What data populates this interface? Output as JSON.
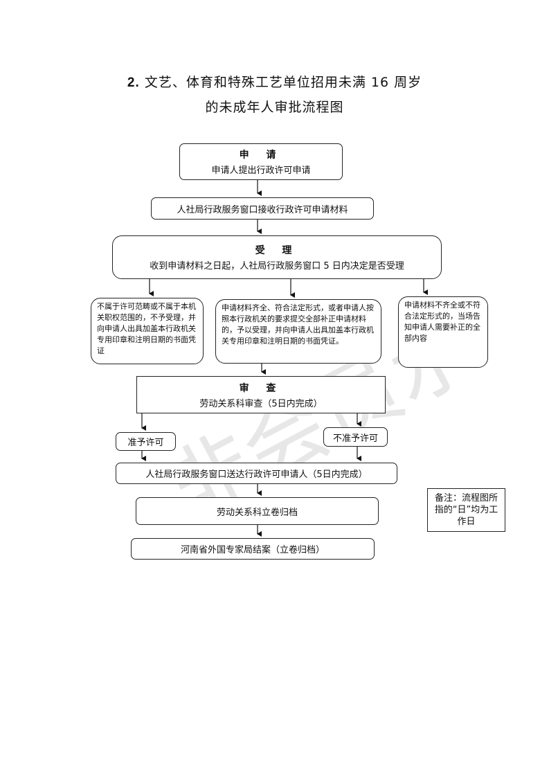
{
  "title": {
    "number": "2.",
    "line1": "文艺、体育和特殊工艺单位招用未满 16 周岁",
    "line2": "的未成年人审批流程图"
  },
  "nodes": {
    "apply": {
      "heading": "申 请",
      "text": "申请人提出行政许可申请"
    },
    "receive": {
      "text": "人社局行政服务窗口接收行政许可申请材料"
    },
    "accept": {
      "heading": "受 理",
      "text": "收到申请材料之日起，人社局行政服务窗口 5 日内决定是否受理"
    },
    "reject_scope": {
      "text": "不属于许可范畴或不属于本机关职权范围的，不予受理，并向申请人出具加盖本行政机关专用印章和注明日期的书面凭证"
    },
    "complete": {
      "text": "申请材料齐全、符合法定形式，或者申请人按照本行政机关的要求提交全部补正申请材料的，予以受理，并向申请人出具加盖本行政机关专用印章和注明日期的书面凭证。"
    },
    "incomplete": {
      "text": "申请材料不齐全或不符合法定形式的，当场告知申请人需要补正的全部内容"
    },
    "review": {
      "heading": "审 查",
      "text": "劳动关系科审查（5日内完成）"
    },
    "approve": {
      "text": "准予许可"
    },
    "deny": {
      "text": "不准予许可"
    },
    "deliver": {
      "text": "人社局行政服务窗口送达行政许可申请人（5日内完成）"
    },
    "archive": {
      "text": "劳动关系科立卷归档"
    },
    "close": {
      "text": "河南省外国专家局结案（立卷归档）"
    }
  },
  "note": {
    "text": "备注：流程图所指的“日”均为工作日"
  },
  "watermark": {
    "text": "非会员水印"
  }
}
